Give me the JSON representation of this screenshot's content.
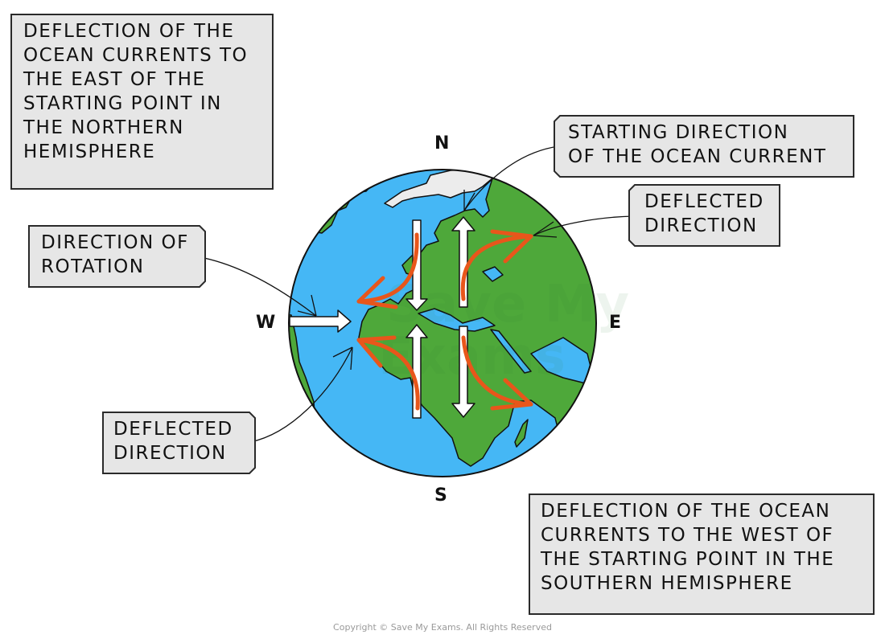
{
  "diagram": {
    "title": "Coriolis effect deflection of ocean currents",
    "compass": {
      "north": "N",
      "south": "S",
      "east": "E",
      "west": "W"
    },
    "colors": {
      "ocean": "#45b7f5",
      "land": "#4ea83a",
      "ice": "#ececec",
      "deflection_arrow": "#e8561b",
      "current_arrow": "#ffffff",
      "label_fill": "#e6e6e6"
    },
    "notes": {
      "northern": {
        "lines": [
          "DEFLECTION OF THE",
          "OCEAN CURRENTS TO",
          "THE EAST OF THE",
          "STARTING POINT IN",
          "THE NORTHERN",
          "HEMISPHERE"
        ]
      },
      "southern": {
        "lines": [
          "DEFLECTION OF THE OCEAN",
          "CURRENTS TO THE WEST OF",
          "THE STARTING POINT IN THE",
          "SOUTHERN HEMISPHERE"
        ]
      }
    },
    "labels": {
      "starting_direction": {
        "lines": [
          "STARTING DIRECTION",
          "OF THE OCEAN CURRENT"
        ]
      },
      "deflected_direction_ne": {
        "lines": [
          "DEFLECTED",
          "DIRECTION"
        ]
      },
      "direction_of_rotation": {
        "lines": [
          "DIRECTION OF",
          "ROTATION"
        ]
      },
      "deflected_direction_sw": {
        "lines": [
          "DEFLECTED",
          "DIRECTION"
        ]
      }
    },
    "arrows": {
      "north_hemisphere": {
        "starting": [
          {
            "direction": "south"
          },
          {
            "direction": "north"
          }
        ],
        "deflected": [
          {
            "direction": "west"
          },
          {
            "direction": "east"
          }
        ]
      },
      "south_hemisphere": {
        "starting": [
          {
            "direction": "north"
          },
          {
            "direction": "south"
          }
        ],
        "deflected": [
          {
            "direction": "west"
          },
          {
            "direction": "east"
          }
        ]
      },
      "rotation": {
        "direction": "east"
      }
    },
    "watermark": [
      "Save My",
      "Exams"
    ]
  },
  "footer": {
    "copyright": "Copyright © Save My Exams. All Rights Reserved"
  }
}
